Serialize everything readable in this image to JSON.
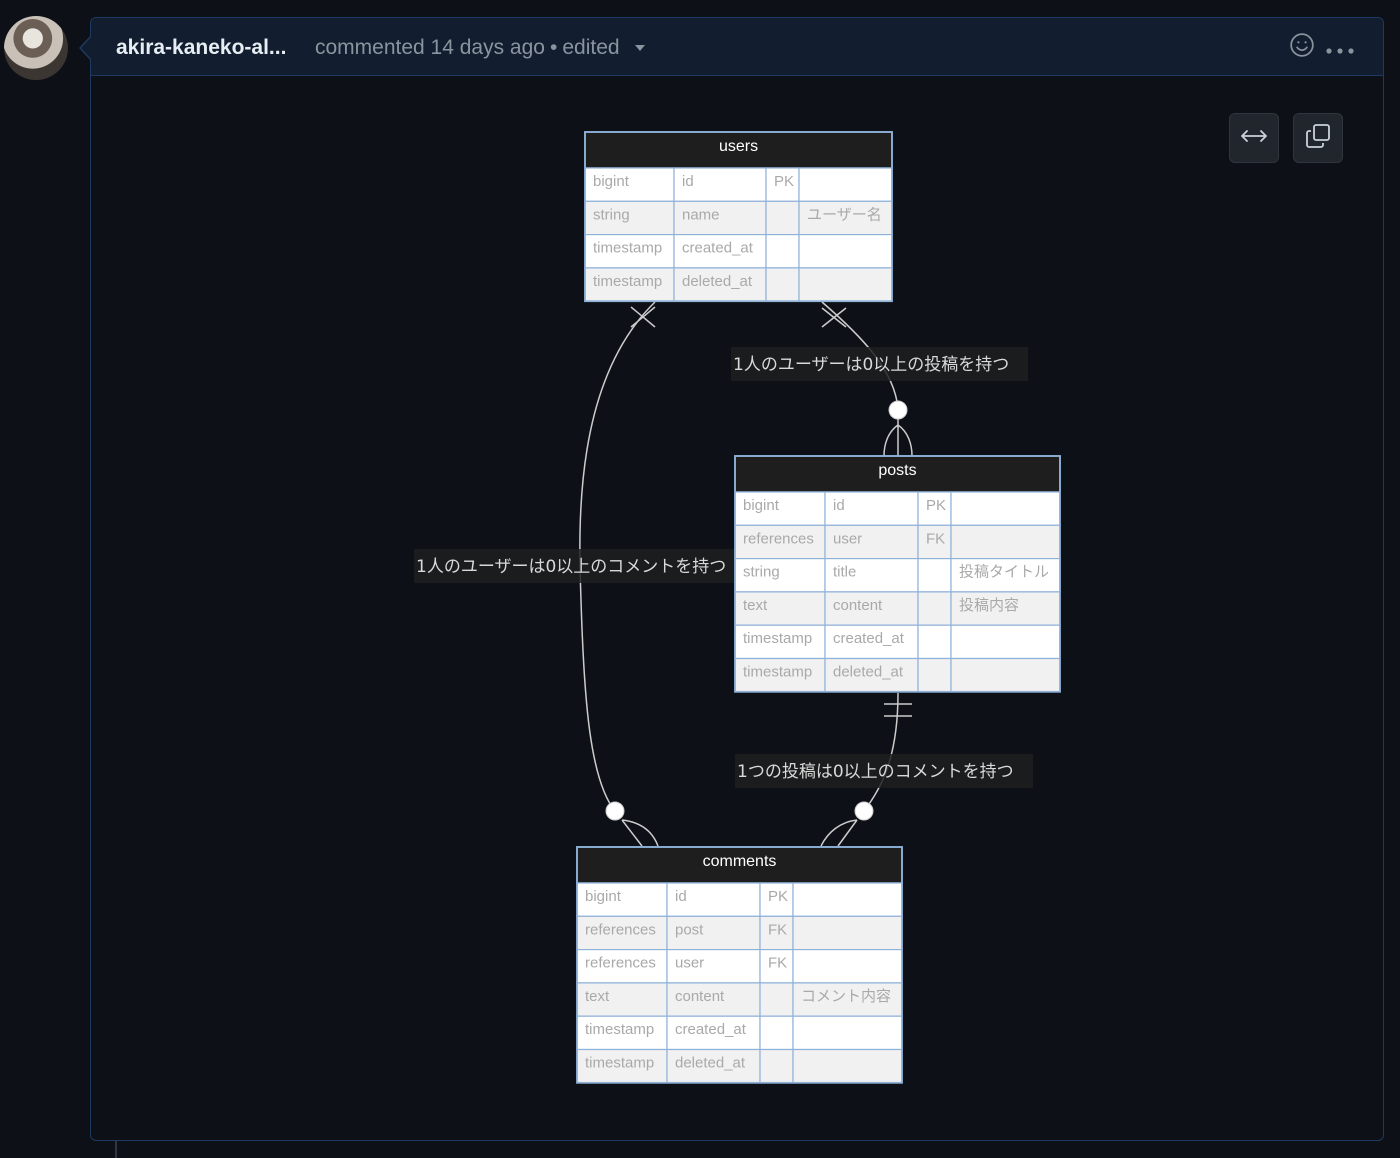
{
  "comment": {
    "author": "akira-kaneko-al...",
    "action": "commented 14 days ago",
    "separator": "•",
    "edited": "edited"
  },
  "icons": {
    "reaction": "smiley-icon",
    "more": "kebab-horizontal-icon",
    "expand": "arrows-horizontal-icon",
    "copy": "copy-icon"
  },
  "colors": {
    "entity_header": "#1e1e1e",
    "entity_row_a": "#ffffff",
    "entity_row_b": "#f1f1f1",
    "entity_border": "#8fb2d9",
    "relation_line": "#cccccc"
  },
  "entities": {
    "users": {
      "name": "users",
      "rows": [
        [
          "bigint",
          "id",
          "PK",
          ""
        ],
        [
          "string",
          "name",
          "",
          "ユーザー名"
        ],
        [
          "timestamp",
          "created_at",
          "",
          ""
        ],
        [
          "timestamp",
          "deleted_at",
          "",
          ""
        ]
      ]
    },
    "posts": {
      "name": "posts",
      "rows": [
        [
          "bigint",
          "id",
          "PK",
          ""
        ],
        [
          "references",
          "user",
          "FK",
          ""
        ],
        [
          "string",
          "title",
          "",
          "投稿タイトル"
        ],
        [
          "text",
          "content",
          "",
          "投稿内容"
        ],
        [
          "timestamp",
          "created_at",
          "",
          ""
        ],
        [
          "timestamp",
          "deleted_at",
          "",
          ""
        ]
      ]
    },
    "comments": {
      "name": "comments",
      "rows": [
        [
          "bigint",
          "id",
          "PK",
          ""
        ],
        [
          "references",
          "post",
          "FK",
          ""
        ],
        [
          "references",
          "user",
          "FK",
          ""
        ],
        [
          "text",
          "content",
          "",
          "コメント内容"
        ],
        [
          "timestamp",
          "created_at",
          "",
          ""
        ],
        [
          "timestamp",
          "deleted_at",
          "",
          ""
        ]
      ]
    }
  },
  "relations": {
    "users_posts": "1人のユーザーは0以上の投稿を持つ",
    "users_comments": "1人のユーザーは0以上のコメントを持つ",
    "posts_comments": "1つの投稿は0以上のコメントを持つ"
  }
}
